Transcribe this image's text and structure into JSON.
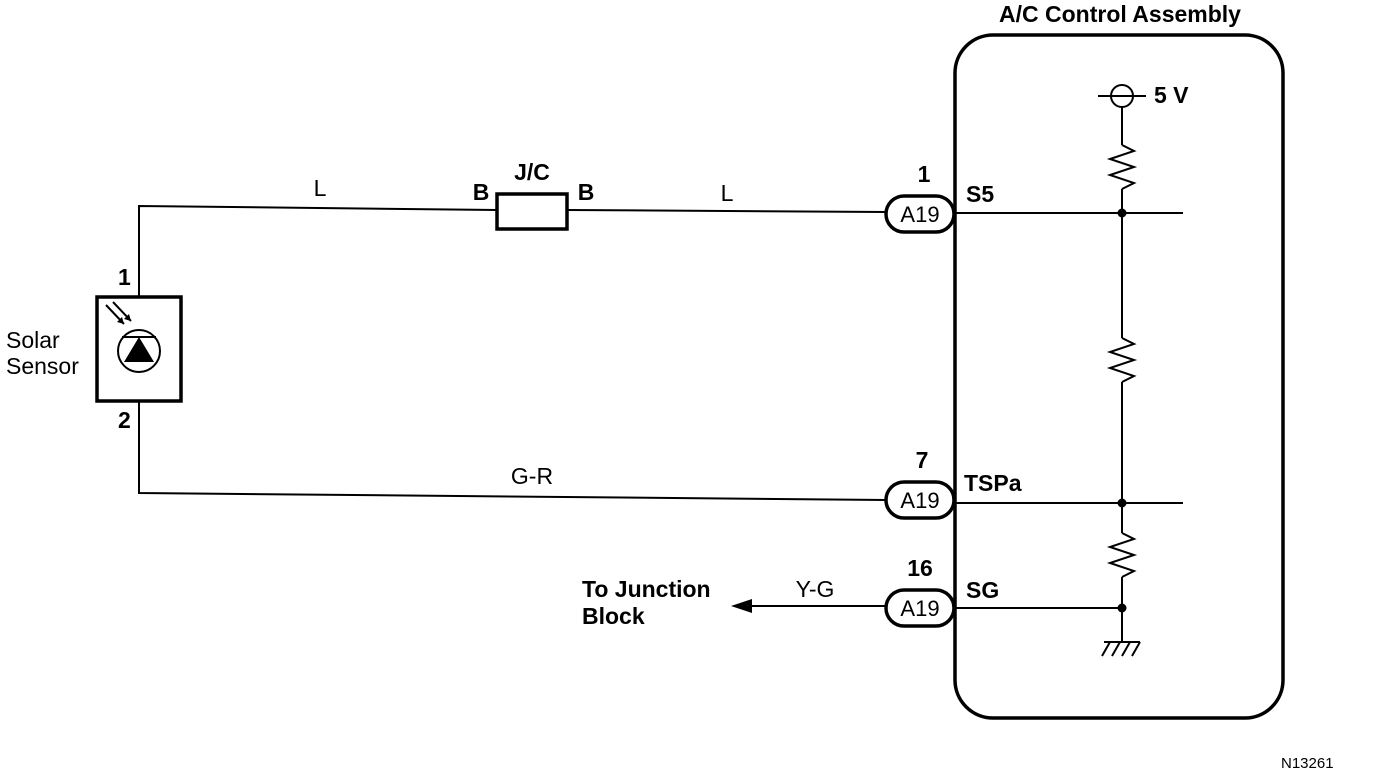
{
  "assembly": {
    "title": "A/C Control Assembly",
    "voltage": "5 V"
  },
  "sensor": {
    "name_line1": "Solar",
    "name_line2": "Sensor",
    "pin_top": "1",
    "pin_bottom": "2"
  },
  "junction": {
    "label": "J/C",
    "left_pin": "B",
    "right_pin": "B"
  },
  "wires": {
    "sensor_to_jc": "L",
    "jc_to_a19": "L",
    "tspa_wire": "G-R",
    "sg_wire": "Y-G"
  },
  "connectors": [
    {
      "id": "A19",
      "pin": "1",
      "terminal": "S5"
    },
    {
      "id": "A19",
      "pin": "7",
      "terminal": "TSPa"
    },
    {
      "id": "A19",
      "pin": "16",
      "terminal": "SG"
    }
  ],
  "destination": {
    "line1": "To Junction",
    "line2": "Block"
  },
  "figure_code": "N13261"
}
